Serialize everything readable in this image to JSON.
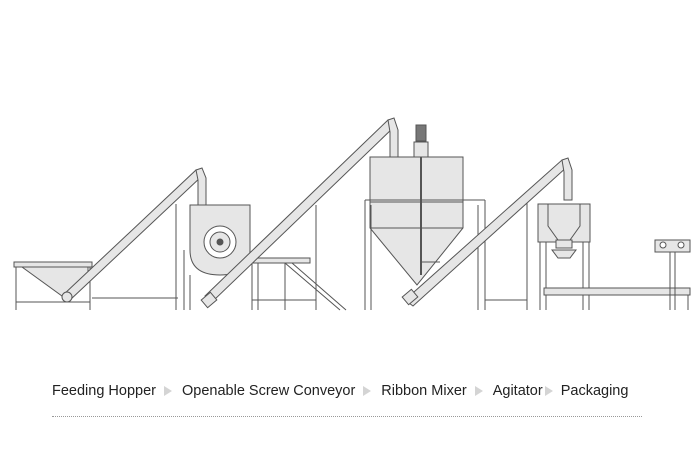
{
  "process_steps": [
    {
      "label": "Feeding Hopper"
    },
    {
      "label": "Openable Screw Conveyor"
    },
    {
      "label": "Ribbon Mixer"
    },
    {
      "label": "Agitator"
    },
    {
      "label": "Packaging"
    }
  ],
  "colors": {
    "machine_fill": "#e6e6e6",
    "machine_stroke": "#555555",
    "arrow": "#d4d4d4",
    "text": "#222222"
  }
}
